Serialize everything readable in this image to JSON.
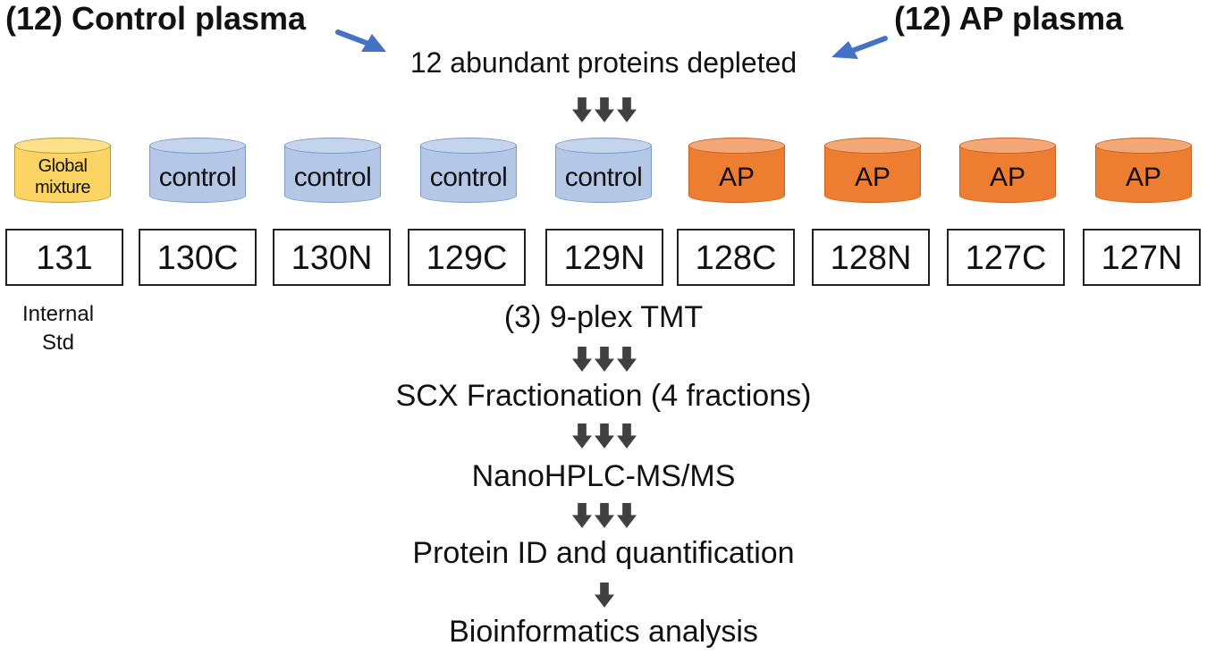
{
  "titles": {
    "control": "(12) Control plasma",
    "ap": "(12) AP plasma"
  },
  "depletion": "12 abundant proteins depleted",
  "samples": [
    {
      "label": "Global mixture",
      "tag": "131",
      "kind": "global"
    },
    {
      "label": "control",
      "tag": "130C",
      "kind": "control"
    },
    {
      "label": "control",
      "tag": "130N",
      "kind": "control"
    },
    {
      "label": "control",
      "tag": "129C",
      "kind": "control"
    },
    {
      "label": "control",
      "tag": "129N",
      "kind": "control"
    },
    {
      "label": "AP",
      "tag": "128C",
      "kind": "ap"
    },
    {
      "label": "AP",
      "tag": "128N",
      "kind": "ap"
    },
    {
      "label": "AP",
      "tag": "127C",
      "kind": "ap"
    },
    {
      "label": "AP",
      "tag": "127N",
      "kind": "ap"
    }
  ],
  "internal_std": {
    "line1": "Internal",
    "line2": "Std"
  },
  "steps": {
    "tmt": "(3) 9-plex TMT",
    "scx": "SCX Fractionation (4 fractions)",
    "hplc": "NanoHPLC-MS/MS",
    "protein_id": "Protein ID and quantification",
    "bioinformatics": "Bioinformatics analysis"
  },
  "colors": {
    "global": "#fbd463",
    "control": "#b4c7e7",
    "ap": "#ed7d31",
    "arrow_blue": "#4472c4",
    "arrow_dark": "#404040"
  }
}
